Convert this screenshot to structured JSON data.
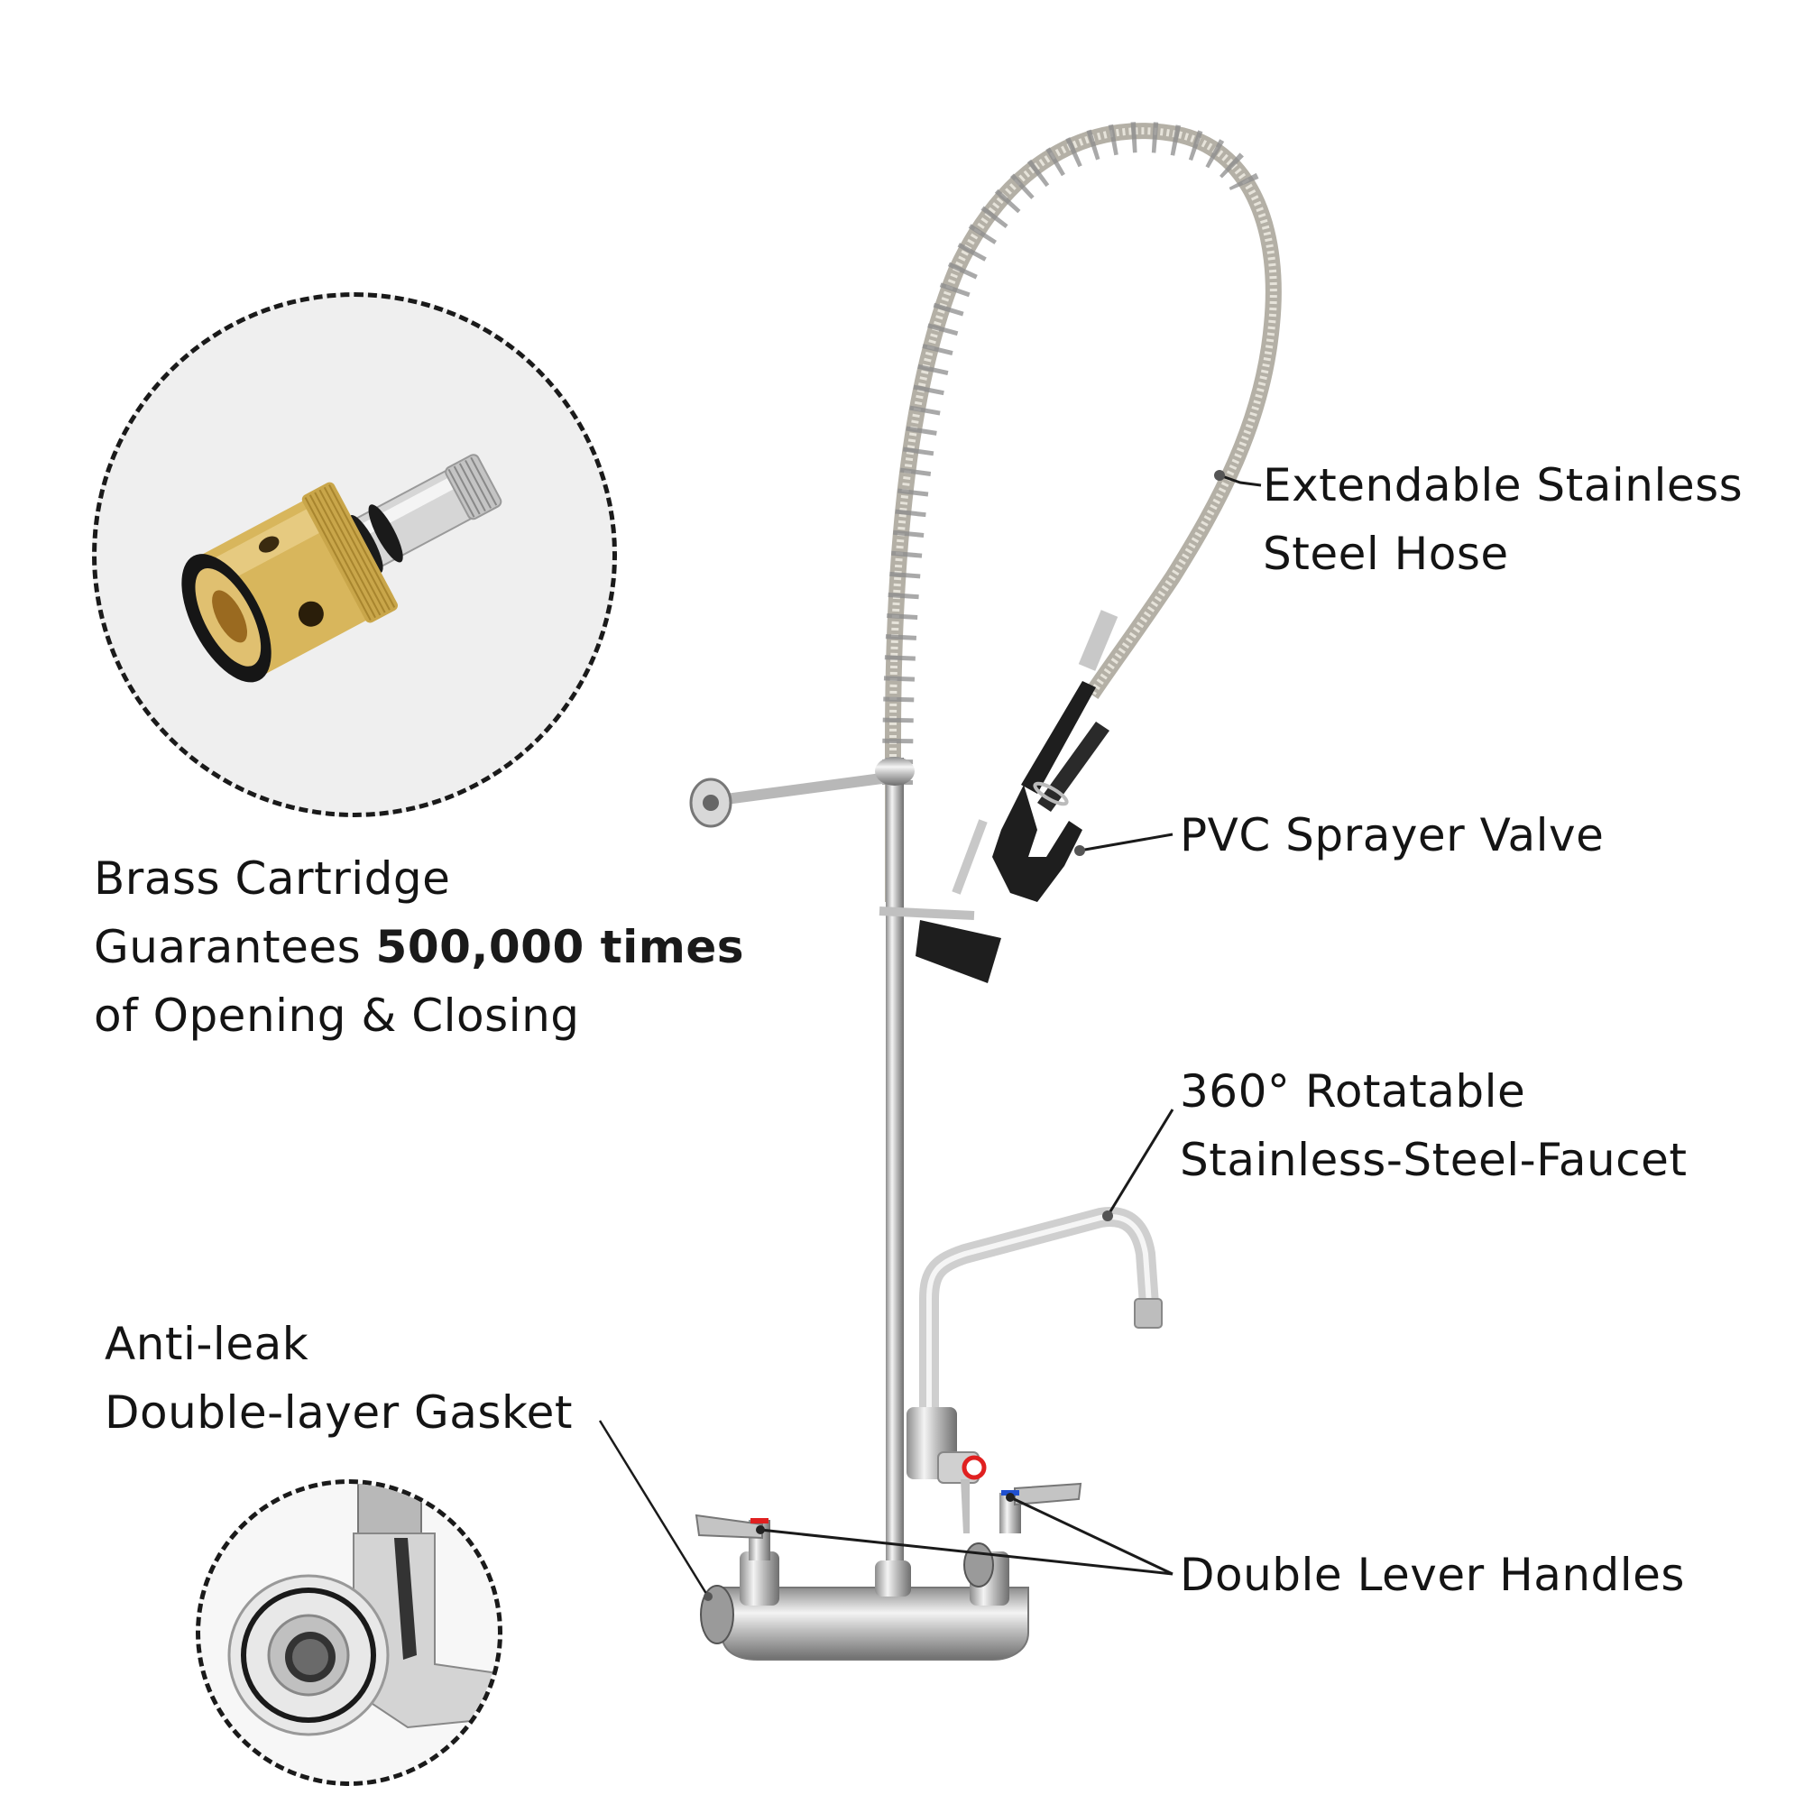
{
  "callouts": {
    "brass_cartridge": {
      "line1": "Brass Cartridge",
      "line2_prefix": "Guarantees ",
      "line2_bold": "500,000 times",
      "line3": "of Opening & Closing"
    },
    "hose": {
      "line1": "Extendable Stainless",
      "line2": "Steel Hose"
    },
    "sprayer": {
      "line1": "PVC Sprayer Valve"
    },
    "faucet": {
      "line1": "360° Rotatable",
      "line2": "Stainless-Steel-Faucet"
    },
    "gasket": {
      "line1": "Anti-leak",
      "line2": "Double-layer Gasket"
    },
    "handles": {
      "line1": "Double Lever Handles"
    }
  },
  "colors": {
    "background": "#ffffff",
    "text": "#141414",
    "brass": "#d9b65a",
    "chrome": "#c8c8c8",
    "sprayer_black": "#1e1e1e",
    "hot_indicator": "#e02020",
    "cold_indicator": "#2050d0",
    "circle_fill": "#f0f0f0"
  }
}
